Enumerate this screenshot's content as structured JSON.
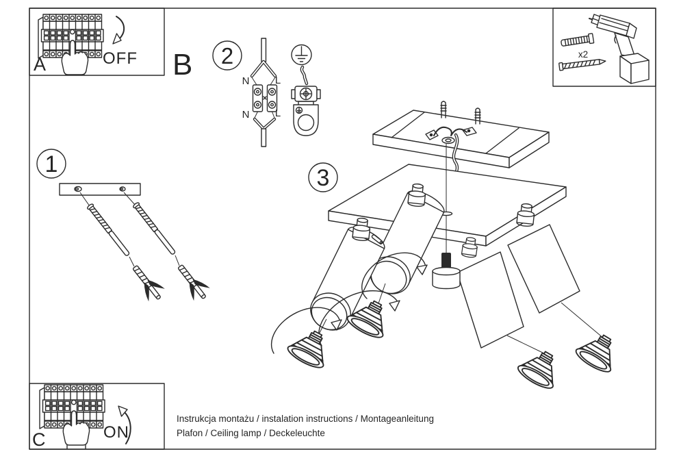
{
  "colors": {
    "ink": "#2b2b2b",
    "paper": "#ffffff"
  },
  "boxes": {
    "a": {
      "label": "A",
      "state": "OFF"
    },
    "c": {
      "label": "C",
      "state": "ON"
    }
  },
  "section_b": {
    "label": "B",
    "step": "2",
    "wiring": {
      "n_top": "N",
      "l_top": "L",
      "n_bottom": "N",
      "l_bottom": "L"
    }
  },
  "tools": {
    "plug_quantity": "x2"
  },
  "steps": {
    "one": "1",
    "three": "3"
  },
  "footer": {
    "line1": "Instrukcja montażu / instalation instructions / Montageanleitung",
    "line2": "Plafon / Ceiling lamp / Deckeleuchte"
  }
}
